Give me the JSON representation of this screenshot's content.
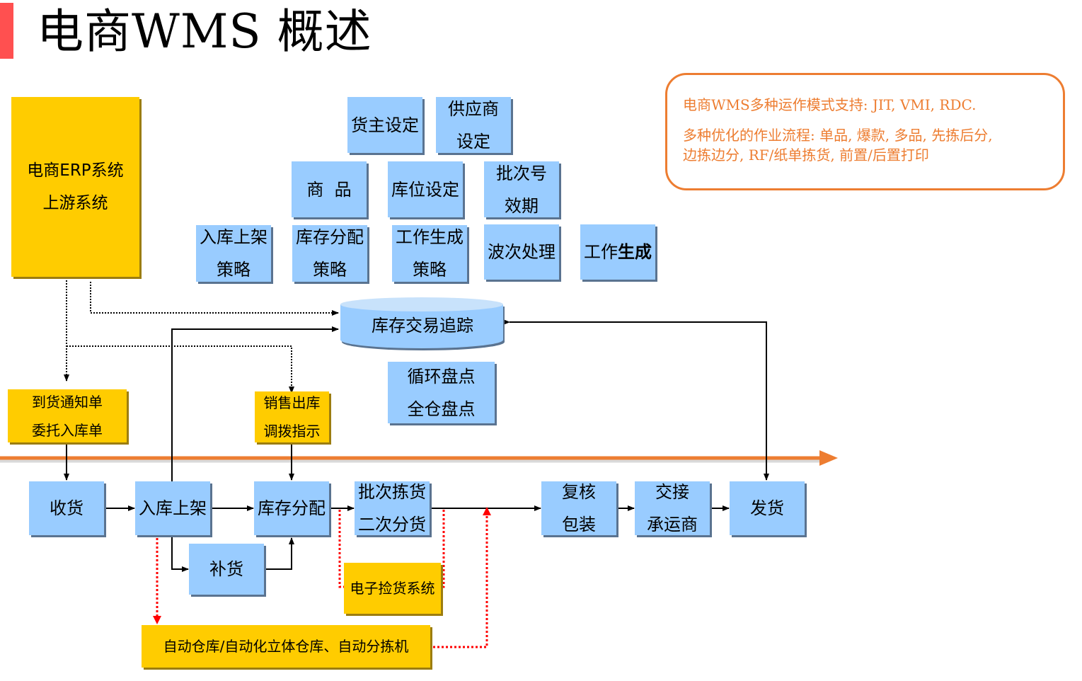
{
  "page": {
    "title": "电商WMS 概述",
    "accent_color": "#ff5050"
  },
  "note": {
    "line1": "电商WMS多种运作模式支持: JIT, VMI, RDC.",
    "line2": "多种优化的作业流程: 单品, 爆款, 多品, 先拣后分,",
    "line3": "边拣边分, RF/纸单拣货, 前置/后置打印",
    "color": "#ed7d31"
  },
  "upstream": {
    "line1": "电商ERP系统",
    "line2": "上游系统"
  },
  "config_boxes": {
    "owner": "货主设定",
    "supplier_1": "供应商",
    "supplier_2": "设定",
    "product": "商  品",
    "location": "库位设定",
    "lot_1": "批次号",
    "lot_2": "效期",
    "putaway_strategy_1": "入库上架",
    "putaway_strategy_2": "策略",
    "alloc_strategy_1": "库存分配",
    "alloc_strategy_2": "策略",
    "work_strategy_1": "工作生成",
    "work_strategy_2": "策略",
    "wave": "波次处理",
    "work_gen_a": "工作",
    "work_gen_b": "生成"
  },
  "inventory_tracking": "库存交易追踪",
  "cycle_count": {
    "line1": "循环盘点",
    "line2": "全仓盘点"
  },
  "orders": {
    "inbound_1": "到货通知单",
    "inbound_2": "委托入库单",
    "outbound_1": "销售出库",
    "outbound_2": "调拨指示"
  },
  "flow": {
    "receive": "收货",
    "putaway": "入库上架",
    "allocate": "库存分配",
    "pick_1": "批次拣货",
    "pick_2": "二次分货",
    "check_1": "复核",
    "check_2": "包装",
    "handover_1": "交接",
    "handover_2": "承运商",
    "ship": "发货",
    "replenish": "补货"
  },
  "automation": {
    "dps": "电子捡货系统",
    "asrs": "自动仓库/自动化立体仓库、自动分拣机"
  },
  "colors": {
    "process_box": "#99ccff",
    "order_box": "#ffcc00",
    "timeline": "#ed7d31",
    "automation_link": "#ff0000"
  }
}
